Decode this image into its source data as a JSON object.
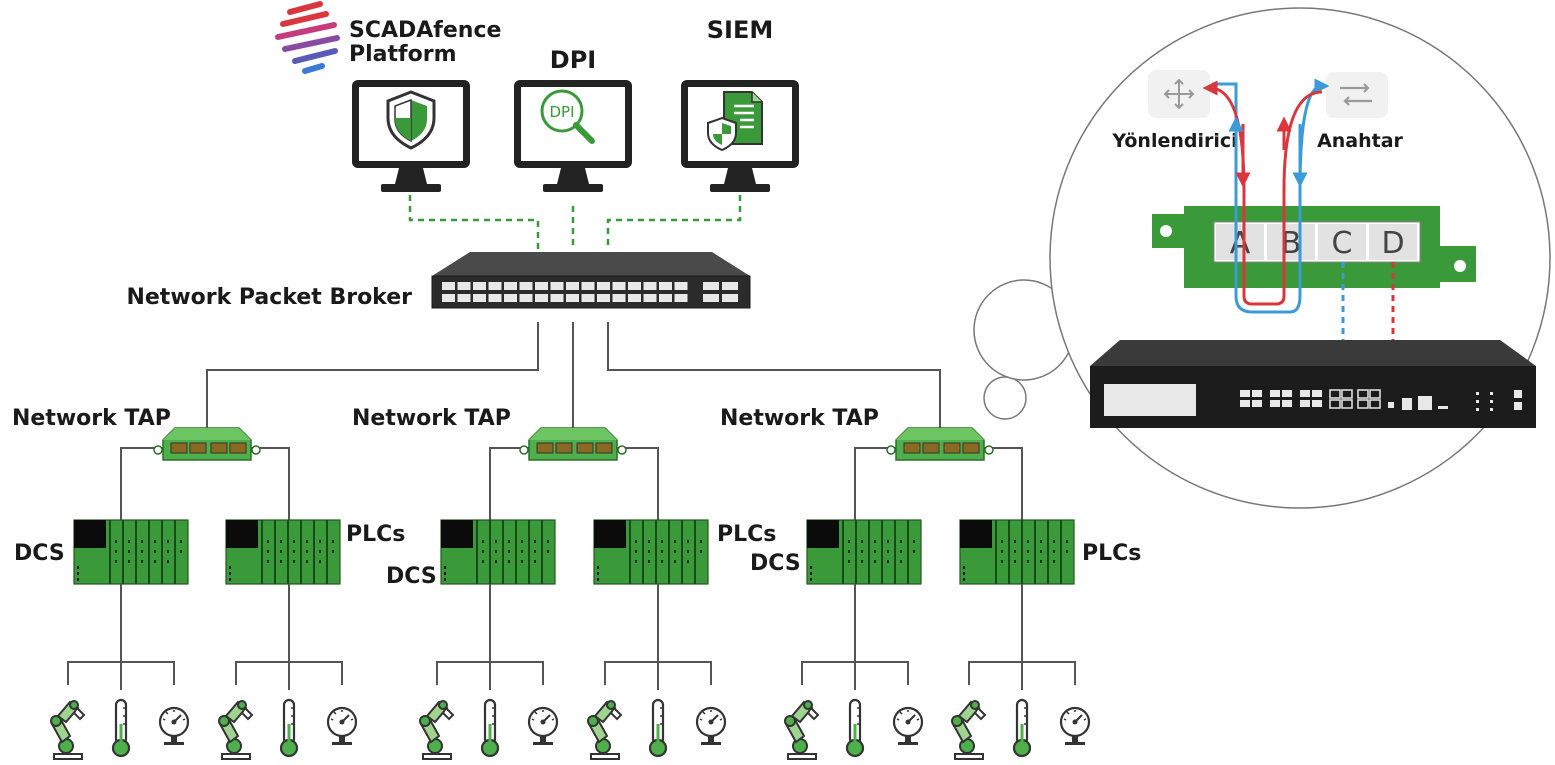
{
  "logo": {
    "line1": "SCADAfence",
    "line2": "Platform"
  },
  "monitors": [
    {
      "label": "",
      "icon": "shield-icon"
    },
    {
      "label": "DPI",
      "icon": "dpi-magnifier-icon",
      "inner_text": "DPI"
    },
    {
      "label": "SIEM",
      "icon": "document-shield-icon"
    }
  ],
  "broker": {
    "label": "Network Packet Broker"
  },
  "taps": [
    {
      "label": "Network TAP"
    },
    {
      "label": "Network TAP"
    },
    {
      "label": "Network TAP"
    }
  ],
  "controllers": [
    {
      "label": "DCS"
    },
    {
      "label": "PLCs"
    },
    {
      "label": "DCS"
    },
    {
      "label": "PLCs"
    },
    {
      "label": "DCS"
    },
    {
      "label": "PLCs"
    }
  ],
  "field_devices": [
    "robot-arm-icon",
    "thermometer-icon",
    "pressure-gauge-icon"
  ],
  "inset": {
    "router_label": "Yönlendirici",
    "switch_label": "Anahtar",
    "ports": [
      "A",
      "B",
      "C",
      "D"
    ]
  },
  "colors": {
    "green": "#3a9a3a",
    "green_light": "#5cbf4a",
    "dark": "#222222",
    "line": "#555555",
    "dash_green": "#3a9a3a",
    "arrow_red": "#d9363e",
    "arrow_blue": "#3a9bd8"
  }
}
